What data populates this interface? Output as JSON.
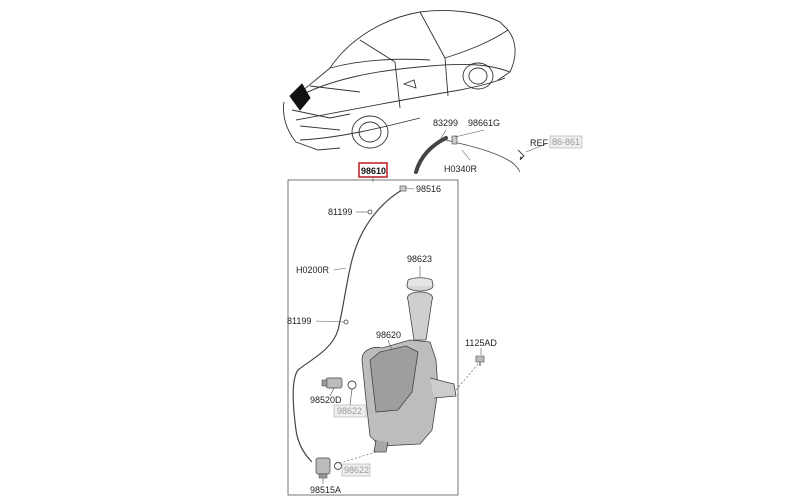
{
  "diagram": {
    "highlight_color": "#c0282d",
    "labels": {
      "p83299": "83299",
      "p98661G": "98661G",
      "ref": "REF",
      "ref_code": "86-861",
      "pH0340R": "H0340R",
      "p98610": "98610",
      "p98516": "98516",
      "p81199a": "81199",
      "pH0200R": "H0200R",
      "p98623": "98623",
      "p81199b": "81199",
      "p98620": "98620",
      "p1125AD": "1125AD",
      "p98520D": "98520D",
      "p98622a": "98622",
      "p98622b": "98622",
      "p98515A": "98515A"
    }
  }
}
